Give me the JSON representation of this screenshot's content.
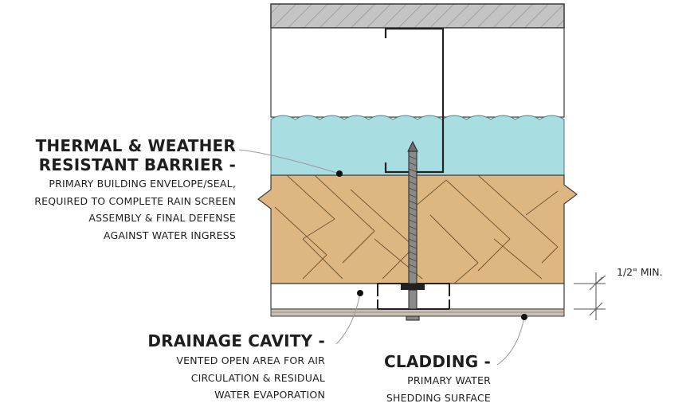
{
  "colors": {
    "insulation": "#a8dde1",
    "sheathing": "#ddb682",
    "concrete_hatch": "#a9a9a9",
    "cladding": "#c9bfb2",
    "fastener": "#7a7a7a",
    "line": "#3a3a3a"
  },
  "labels": {
    "thermal": {
      "title_lines": [
        "THERMAL & WEATHER",
        "RESISTANT BARRIER -"
      ],
      "desc_lines": [
        "PRIMARY BUILDING  ENVELOPE/SEAL,",
        "REQUIRED TO COMPLETE RAIN SCREEN",
        "ASSEMBLY & FINAL DEFENSE",
        "AGAINST WATER INGRESS"
      ]
    },
    "drainage": {
      "title": "DRAINAGE CAVITY -",
      "desc_lines": [
        "VENTED OPEN AREA FOR AIR",
        "CIRCULATION & RESIDUAL",
        "WATER EVAPORATION"
      ]
    },
    "cladding": {
      "title": "CLADDING -",
      "desc_lines": [
        "PRIMARY WATER",
        "SHEDDING SURFACE"
      ]
    },
    "dimension": "1/2\" MIN."
  }
}
